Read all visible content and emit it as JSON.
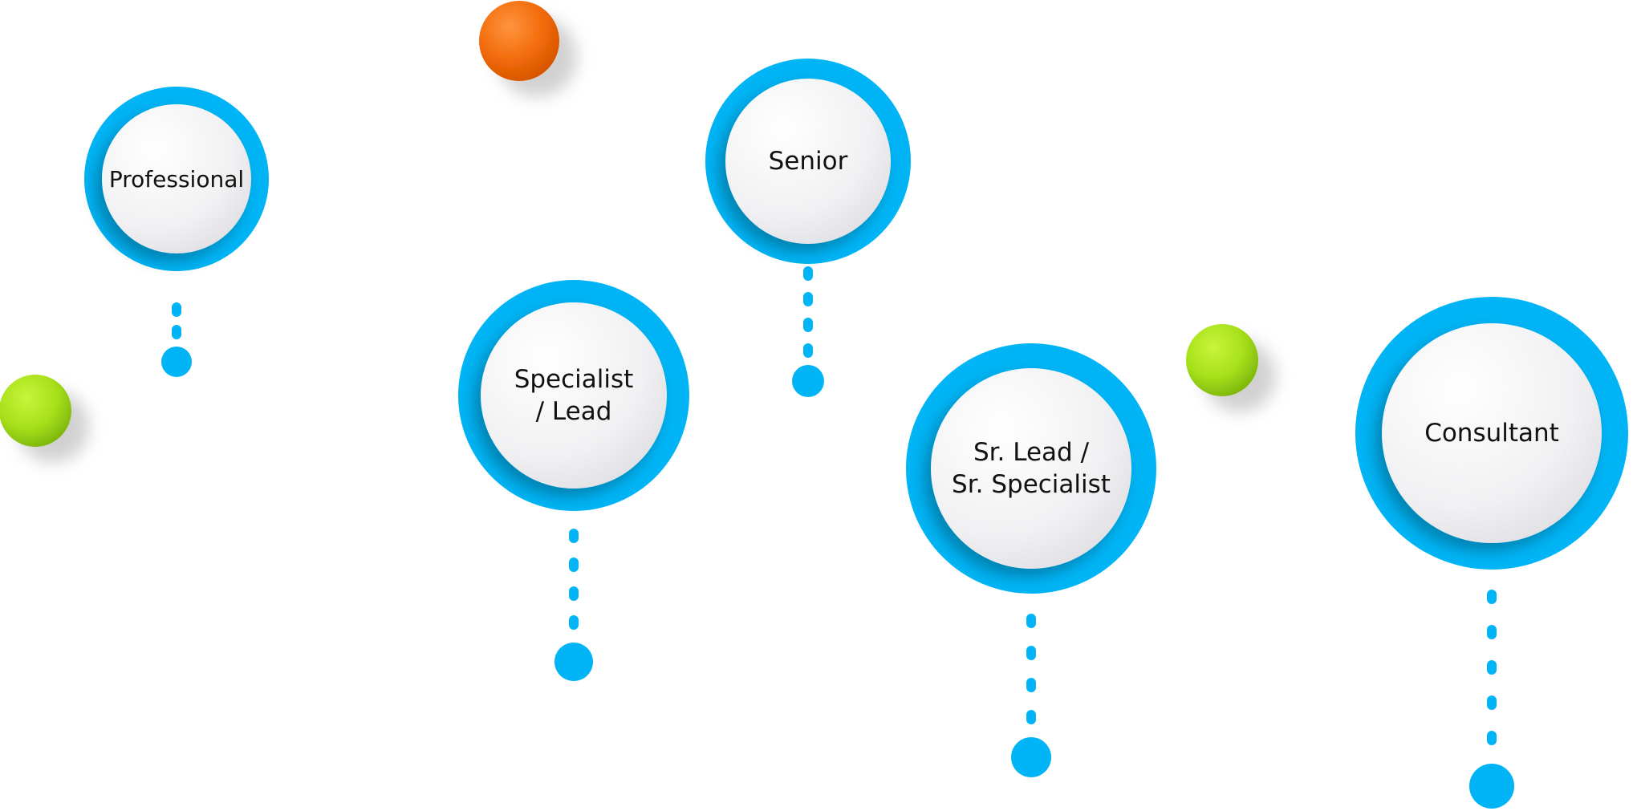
{
  "diagram": {
    "colors": {
      "ring": "#00B4F5",
      "inner": "#F2F2F4",
      "text": "#111111",
      "dot": "#00B4F5",
      "ball_orange": "#F26B0A",
      "ball_green": "#A6E01A"
    },
    "stages": [
      {
        "label_lines": [
          "Professional"
        ],
        "connector_dots": 2
      },
      {
        "label_lines": [
          "Specialist",
          "/ Lead"
        ],
        "connector_dots": 4
      },
      {
        "label_lines": [
          "Senior"
        ],
        "connector_dots": 4
      },
      {
        "label_lines": [
          "Sr. Lead /",
          "Sr. Specialist"
        ],
        "connector_dots": 4
      },
      {
        "label_lines": [
          "Consultant"
        ],
        "connector_dots": 5
      }
    ],
    "decorations": [
      {
        "name": "decor-ball-orange",
        "color_key": "ball_orange"
      },
      {
        "name": "decor-ball-green-left",
        "color_key": "ball_green"
      },
      {
        "name": "decor-ball-green-right",
        "color_key": "ball_green"
      }
    ]
  }
}
